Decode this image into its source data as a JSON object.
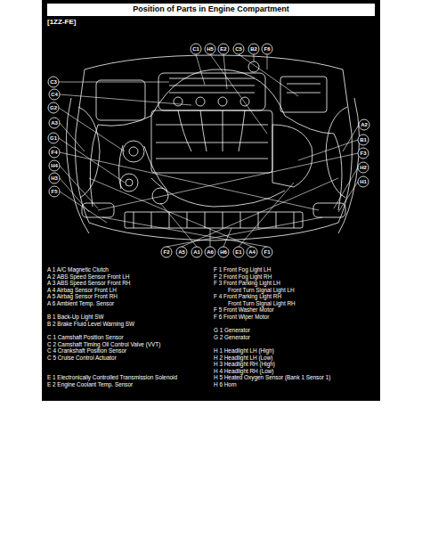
{
  "diagram": {
    "title": "Position of Parts in Engine Compartment",
    "labels": [
      "[1ZZ-FE]",
      "C1",
      "H5",
      "E2",
      "C5",
      "B2",
      "F6",
      "C3",
      "C4",
      "G2",
      "A3",
      "G1",
      "F4",
      "H4",
      "H3",
      "F5",
      "A2",
      "B1",
      "F3",
      "H2",
      "H1",
      "F2",
      "A5",
      "A1",
      "A6",
      "H6",
      "E1",
      "A4",
      "F1",
      "A 1 A/C Magnetic Clutch",
      "A 2 ABS Speed Sensor Front LH",
      "A 3 ABS Speed Sensor Front RH",
      "A 4 Airbag Sensor Front LH",
      "A 5 Airbag Sensor Front RH",
      "A 6 Ambient Temp. Sensor",
      "B 1 Back-Up Light SW",
      "B 2 Brake Fluid Level Warning SW",
      "C 1 Camshaft Position Sensor",
      "C 2 Camshaft Timing Oil Control Valve (VVT)",
      "C 4 Crankshaft Position Sensor",
      "C 5 Cruise Control Actuator",
      "E 1 Electronically Controlled Transmission Solenoid",
      "E 2 Engine Coolant Temp. Sensor",
      "F 1 Front Fog Light LH",
      "F 2 Front Fog Light RH",
      "F 3 Front Parking Light LH",
      "Front Turn Signal Light LH",
      "F 4 Front Parking Light RH",
      "Front Turn Signal Light RH",
      "F 5 Front Washer Motor",
      "F 6 Front Wiper Motor",
      "G 1 Generator",
      "G 2 Generator",
      "H 1 Headlight LH (High)",
      "H 2 Headlight LH (Low)",
      "H 3 Headlight RH (High)",
      "H 4 Headlight RH (Low)",
      "H 5 Heated Oxygen Sensor (Bank 1 Sensor 1)",
      "H 6 Horn"
    ]
  }
}
